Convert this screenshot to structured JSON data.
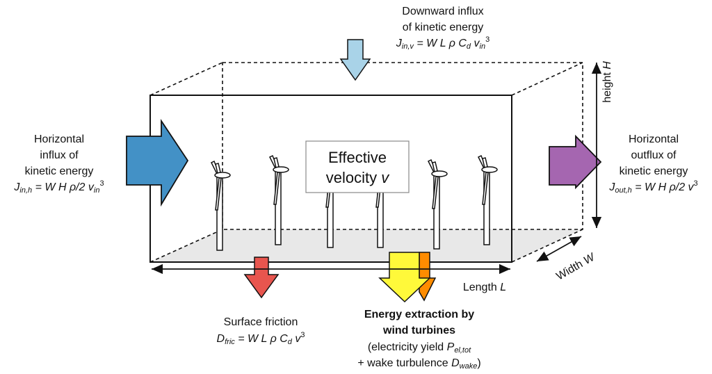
{
  "colors": {
    "horizontal_influx": "#4391c6",
    "horizontal_outflux": "#a566b0",
    "downward_influx": "#a9d3e8",
    "surface_friction": "#e8554e",
    "electricity_yield": "#fff93a",
    "wake_turbulence": "#ff8c00",
    "floor": "#e8e8e8"
  },
  "top": {
    "line1": "Downward influx",
    "line2": "of kinetic energy",
    "f": [
      "J",
      "in,v",
      " = W L ρ C",
      "d",
      " v",
      "in",
      "3"
    ]
  },
  "left": {
    "line1": "Horizontal",
    "line2": "influx of",
    "line3": "kinetic energy",
    "f": [
      "J",
      "in,h",
      " = W H ρ/2 v",
      "in",
      "3"
    ]
  },
  "right": {
    "line1": "Horizontal",
    "line2": "outflux of",
    "line3": "kinetic energy",
    "f": [
      "J",
      "out,h",
      " = W H ρ/2 v",
      "3"
    ]
  },
  "center": {
    "line1": "Effective",
    "line2": "velocity ",
    "var": "v"
  },
  "friction": {
    "line1": "Surface friction",
    "f": [
      "D",
      "fric",
      " = W L ρ C",
      "d",
      " v",
      "3"
    ]
  },
  "extraction": {
    "line1": "Energy extraction by",
    "line2": "wind turbines",
    "line3a": "(electricity yield ",
    "line3b": "P",
    "line3c": "el,tot",
    "line4a": "+ wake turbulence ",
    "line4b": "D",
    "line4c": "wake",
    "line4d": ")"
  },
  "dims": {
    "length": "Length ",
    "length_var": "L",
    "width": "Width ",
    "width_var": "W",
    "height": "height ",
    "height_var": "H"
  }
}
